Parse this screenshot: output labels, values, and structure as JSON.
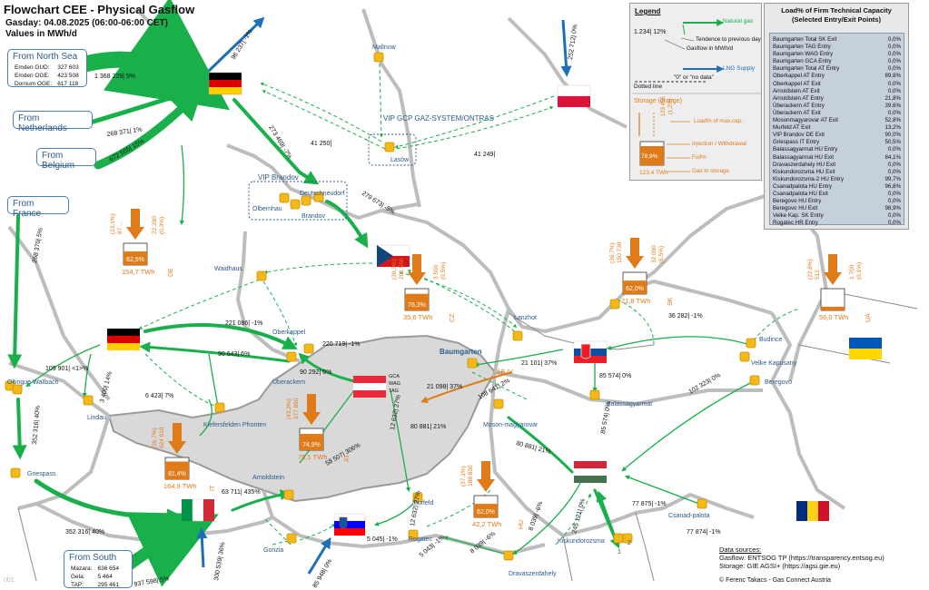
{
  "header": {
    "title": "Flowchart CEE - Physical Gasflow",
    "gasday": "Gasday: 04.08.2025  (06:00-06:00 CET)",
    "units": "Values in MWh/d"
  },
  "sources_in": {
    "north_sea": {
      "title": "From North Sea",
      "rows": [
        [
          "Emden GUD:",
          "327 603"
        ],
        [
          "Emden OGE:",
          "423 508"
        ],
        [
          "Dornum OGE:",
          "617 118"
        ]
      ]
    },
    "netherlands": "From Netherlands",
    "belgium": "From Belgium",
    "france": "From France",
    "south": {
      "title": "From South",
      "rows": [
        [
          "Mazara:",
          "636 654"
        ],
        [
          "Gela:",
          "5 464"
        ],
        [
          "TAP:",
          "295 461"
        ]
      ]
    }
  },
  "flows": [
    "1 368 229| 5%",
    "268 371| 1%",
    "672 505| 15%",
    "96 237| -1%",
    "252 712| 0%",
    "273 469| -7%",
    "41 250|",
    "41 249|",
    "279 673| -5%",
    "268 370| 5%",
    "221 086| -1%",
    "90 643| 6%",
    "220 719| -1%",
    "90 292| 6%",
    "109 901| <1>%",
    "3 400| 14%",
    "6 423| 7%",
    "352 316| 40%",
    "352 316| 40%",
    "63 711| 435%",
    "58 507| 306%",
    "12 632| 27%",
    "12 632| 27%",
    "80 881| 21%",
    "80 881| 21%",
    "21 098| 37%",
    "21 101| 37%",
    "36 282| -1%",
    "85 574| 0%",
    "85 574| 0%",
    "102 323| 0%",
    "77 875| -1%",
    "77 874| -1%",
    "8 039| -6%",
    "8 039| -6%",
    "5 045| -1%",
    "5 043| -1%",
    "245 121| 0%",
    "300 539| 36%",
    "937 598| 5%",
    "85 948| 0%",
    "108 641| 2%"
  ],
  "labels": {
    "vip_gcp": "VIP GCP GAZ-SYSTEM/ONTRAS",
    "vip_brandov": "VIP Brandov",
    "baumgarten": "Baumgarten",
    "gca_wag_tag": "GCA WAG TAG",
    "lab_iv": "LÁB IV",
    "points": [
      "Mallnow",
      "Lasów",
      "Olbernhau",
      "Deutschneudorf",
      "Brandov",
      "Waidhaus",
      "Oberkappel",
      "Überackern",
      "Lindau",
      "Kiefersfelden Pfronten",
      "Oltingue Wallbach",
      "Griespass",
      "Arnoldstein",
      "Gorizia",
      "Murfeld",
      "Rogatec",
      "Lanzhot",
      "Moson-magyarovar",
      "Balassagyarmat",
      "Budince",
      "Velke Kapusany",
      "Beregovo",
      "Csanad-palota",
      "Kiskundorozsma",
      "Dravaszerdahely",
      "1",
      "2"
    ]
  },
  "storage": [
    {
      "country": "DE",
      "pct": "62,5%",
      "twh": "154,7 TWh",
      "load": "(23,1%)",
      "load2": "87 …",
      "inj": "22 200",
      "inj2": "(0,3%)",
      "fill": 0.625
    },
    {
      "country": "CZ",
      "pct": "76,3%",
      "twh": "35,6 TWh",
      "load": "(36,3%)",
      "load2": "201 550",
      "inj": "3 500",
      "inj2": "(0,5%)",
      "fill": 0.763
    },
    {
      "country": "AT",
      "pct": "74,9%",
      "twh": "75,1 TWh",
      "load": "(43,3%)",
      "load2": "377 890",
      "inj": "",
      "inj2": "",
      "fill": 0.749
    },
    {
      "country": "IT",
      "pct": "81,4%",
      "twh": "164,9 TWh",
      "load": "(36,7%)",
      "load2": "624 910",
      "inj": "",
      "inj2": "",
      "fill": 0.814
    },
    {
      "country": "HU",
      "pct": "62,0%",
      "twh": "42,2 TWh",
      "load": "(37,1%)",
      "load2": "188 830",
      "inj": "",
      "inj2": "",
      "fill": 0.62
    },
    {
      "country": "SK",
      "pct": "62,0%",
      "twh": "21,8 TWh",
      "load": "(36,7%)",
      "load2": "150 730",
      "inj": "32 000",
      "inj2": "(6,5%)",
      "fill": 0.62
    },
    {
      "country": "UA",
      "pct": "17,5%",
      "twh": "56,0 TWh",
      "load": "(22,8%)",
      "load2": "512 …",
      "inj": "1 700",
      "inj2": "(0,1%)",
      "fill": 0.175
    }
  ],
  "legend": {
    "title": "Legend",
    "natural_gas": "Natural gas",
    "sample": "1.234| 12%",
    "tendence": "Tendence to previous day",
    "gasflow": "Gasflow in MWh/d",
    "lng": "LNG Supply",
    "dotted": "Dotted line",
    "zero": "\"0\" or \"no data\"",
    "storage": "Storage (orange)",
    "load": "Load% of max.cap.",
    "inj": "Injection / Withdrawal",
    "full": "Full%",
    "gas_in": "Gas in storage",
    "pct": "78,9%",
    "twh": "123,4 TWh",
    "v1": "123 456",
    "v2": "(1,2%)"
  },
  "capacity": {
    "title": "Load% of Firm Technical Capacity\n(Selected Entry/Exit Points)",
    "rows": [
      [
        "Baumgarten Total SK Exit",
        "0,0%"
      ],
      [
        "Baumgarten TAG Entry",
        "0,0%"
      ],
      [
        "Baumgarten WAG Entry",
        "0,0%"
      ],
      [
        "Baumgarten GCA Entry",
        "0,0%"
      ],
      [
        "Baumgarten Total AT Entry",
        "0,0%"
      ],
      [
        "Oberkappel AT Entry",
        "89,8%"
      ],
      [
        "Oberkappel AT Exit",
        "0,0%"
      ],
      [
        "Arnoldstein AT Exit",
        "0,0%"
      ],
      [
        "Arnoldstein AT Entry",
        "21,8%"
      ],
      [
        "Überackern AT Entry",
        "39,6%"
      ],
      [
        "Überackern AT Exit",
        "0,0%"
      ],
      [
        "Mosonmagyarovar AT Exit",
        "52,8%"
      ],
      [
        "Murfeld AT Exit",
        "13,2%"
      ],
      [
        "VIP Brandov DE Exit",
        "90,0%"
      ],
      [
        "Griespass IT Entry",
        "50,5%"
      ],
      [
        "Balassagyarmat HU Entry",
        "0,0%"
      ],
      [
        "Balassagyarmat HU Exit",
        "84,1%"
      ],
      [
        "Dravaszerdahely HU Exit",
        "0,0%"
      ],
      [
        "Kiskundorozsma HU Exit",
        "0,0%"
      ],
      [
        "Kiskundorozsma-2 HU Entry",
        "99,7%"
      ],
      [
        "Csanadpalota HU Entry",
        "96,8%"
      ],
      [
        "Csanadpalota HU Exit",
        "0,0%"
      ],
      [
        "Beregovo HU Entry",
        "0,0%"
      ],
      [
        "Beregovo HU Exit",
        "98,9%"
      ],
      [
        "Velke Kap. SK Entry",
        "0,0%"
      ],
      [
        "Rogatec HR Entry",
        "0,0%"
      ]
    ]
  },
  "footer": {
    "sources_title": "Data sources:",
    "s1": "Gasflow:  ENTSOG TP (https://transparency.entsog.eu)",
    "s2": "Storage:  GIE AGSI+ (https://agsi.gie.eu)",
    "copyright": "© Ferenc Takacs - Gas Connect Austria",
    "page": "001"
  },
  "colors": {
    "gas": "#19b04b",
    "lng": "#1f6fb8",
    "storage": "#e07b1a",
    "austria": "#d9d9d9",
    "border": "#9a9a9a",
    "hub": "#f4b918"
  }
}
